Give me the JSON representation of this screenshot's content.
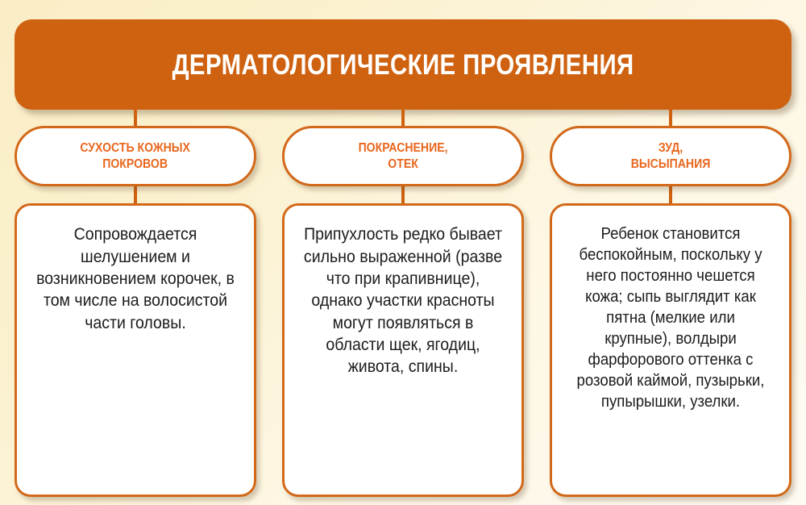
{
  "banner": {
    "title": "ДЕРМАТОЛОГИЧЕСКИЕ ПРОЯВЛЕНИЯ",
    "color": "#cf6211",
    "text_color": "#ffffff"
  },
  "theme": {
    "background": "#faeec6",
    "accent": "#d2691a",
    "heading_text": "#e8661c",
    "body_text": "#1c1c1c",
    "card_background": "#ffffff"
  },
  "columns": [
    {
      "heading": "СУХОСТЬ КОЖНЫХ\nПОКРОВОВ",
      "body": "Сопровождается шелушением и возникновением корочек, в том числе на волосистой части головы."
    },
    {
      "heading": "ПОКРАСНЕНИЕ,\nОТЕК",
      "body": "Припухлость редко бывает сильно выраженной (разве что при крапивнице), однако участки красноты могут появляться в области щек, ягодиц, живота, спины."
    },
    {
      "heading": "ЗУД,\nВЫСЫПАНИЯ",
      "body": "Ребенок становится беспокойным, поскольку у него постоянно чешется кожа; сыпь выглядит как пятна (мелкие или крупные), волдыри фарфорового оттенка с розовой каймой, пузырьки, пупырышки, узелки."
    }
  ]
}
